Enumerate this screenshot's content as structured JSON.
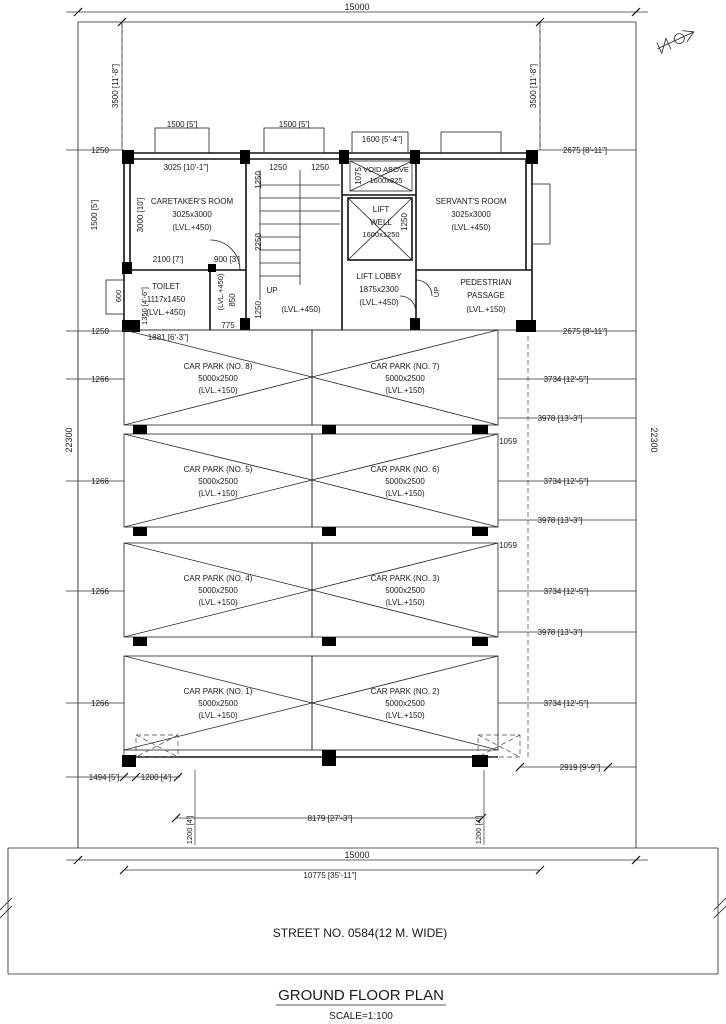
{
  "dimensions": {
    "overall_width": "15000",
    "overall_depth": "22300",
    "front_setback": "3500 [11'-8\"]",
    "top_window_left": "1500 [5']",
    "top_window_mid": "1500 [5']",
    "top_window_right": "1600 [5'-4\"]",
    "left_offset_top": "1250",
    "left_offset_park": "1250",
    "right_offset_top": "2675 [8'-11\"]",
    "right_offset_park": "2675 [8'-11\"]",
    "caretaker_width": "3025 [10'-1\"]",
    "caretaker_depth": "3000 [10']",
    "left_window": "1500 [5']",
    "stair_width": "1250",
    "stair_landing": "1250",
    "void_depth": "1075",
    "lift_depth": "1250",
    "stair_run": "2250",
    "toilet_strip": "2100 [7']",
    "toilet_door": "900 [3']",
    "toilet_wall_1": "600",
    "toilet_wall_2": "1350 [4'-6\"]",
    "landing_850": "850",
    "landing_775": "775",
    "landing_1250": "1250",
    "bottom_toilet_width": "1881 [6'-3\"]",
    "park_offset_left": "1266",
    "park_offset_right_outer": "3734 [12'-5\"]",
    "park_offset_right_inner": "3978 [13'-3\"]",
    "park_gap": "1059",
    "gate_left": "1494 [5']",
    "gate_width_left": "1200 [4']",
    "gate_right": "2919 [9'-9\"]",
    "gate_center": "8179 [27'-3\"]",
    "gate_post_left": "1200 [4']",
    "gate_post_right": "1200 [4']",
    "frontage": "15000",
    "frontage_inner": "10775 [35'-11\"]"
  },
  "rooms": {
    "caretaker": {
      "name": "CARETAKER'S ROOM",
      "size": "3025x3000",
      "level": "(LVL.+450)"
    },
    "servant": {
      "name": "SERVANT'S ROOM",
      "size": "3025x3000",
      "level": "(LVL.+450)"
    },
    "void": {
      "name": "VOID ABOVE",
      "size": "1600x825"
    },
    "lift_well": {
      "name_1": "LIFT",
      "name_2": "WELL",
      "size": "1600x1250"
    },
    "lift_lobby": {
      "name": "LIFT LOBBY",
      "size": "1875x2300",
      "level": "(LVL.+450)"
    },
    "toilet": {
      "name": "TOILET",
      "size": "1117x1450",
      "level": "(LVL.+450)"
    },
    "stair": {
      "up_1": "UP",
      "up_2": "UP",
      "level": "(LVL.+450)",
      "landing_level": "(LVL.+450)"
    },
    "pedestrian": {
      "name_1": "PEDESTRIAN",
      "name_2": "PASSAGE",
      "level": "(LVL.+150)"
    }
  },
  "car_parks": [
    {
      "name": "CAR PARK (NO. 8)",
      "size": "5000x2500",
      "level": "(LVL.+150)"
    },
    {
      "name": "CAR PARK (NO. 7)",
      "size": "5000x2500",
      "level": "(LVL.+150)"
    },
    {
      "name": "CAR PARK (NO. 5)",
      "size": "5000x2500",
      "level": "(LVL.+150)"
    },
    {
      "name": "CAR PARK (NO. 6)",
      "size": "5000x2500",
      "level": "(LVL.+150)"
    },
    {
      "name": "CAR PARK (NO. 4)",
      "size": "5000x2500",
      "level": "(LVL.+150)"
    },
    {
      "name": "CAR PARK (NO. 3)",
      "size": "5000x2500",
      "level": "(LVL.+150)"
    },
    {
      "name": "CAR PARK (NO. 1)",
      "size": "5000x2500",
      "level": "(LVL.+150)"
    },
    {
      "name": "CAR PARK (NO. 2)",
      "size": "5000x2500",
      "level": "(LVL.+150)"
    }
  ],
  "street": "STREET NO. 0584(12 M. WIDE)",
  "title": "GROUND FLOOR PLAN",
  "scale": "SCALE=1:100",
  "north_arrow": "north-arrow-icon"
}
